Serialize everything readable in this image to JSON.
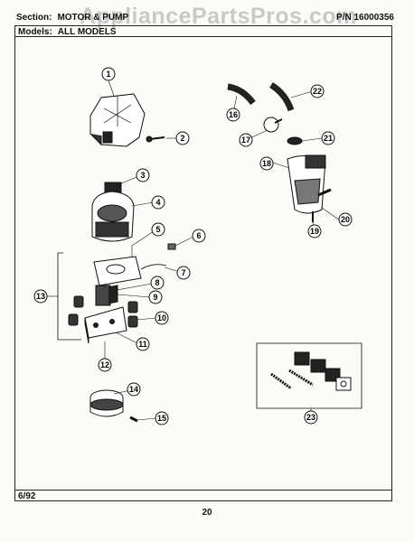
{
  "watermark": "AppliancePartsPros.com",
  "header": {
    "section_label": "Section:",
    "section_value": "MOTOR & PUMP",
    "part_number": "P/N 16000356"
  },
  "models": {
    "label": "Models:",
    "value": "ALL MODELS"
  },
  "footer": {
    "date": "6/92",
    "page_number": "20"
  },
  "callouts": [
    "1",
    "2",
    "3",
    "4",
    "5",
    "6",
    "7",
    "8",
    "9",
    "10",
    "11",
    "12",
    "13",
    "14",
    "15",
    "16",
    "17",
    "18",
    "19",
    "20",
    "21",
    "22",
    "23"
  ]
}
